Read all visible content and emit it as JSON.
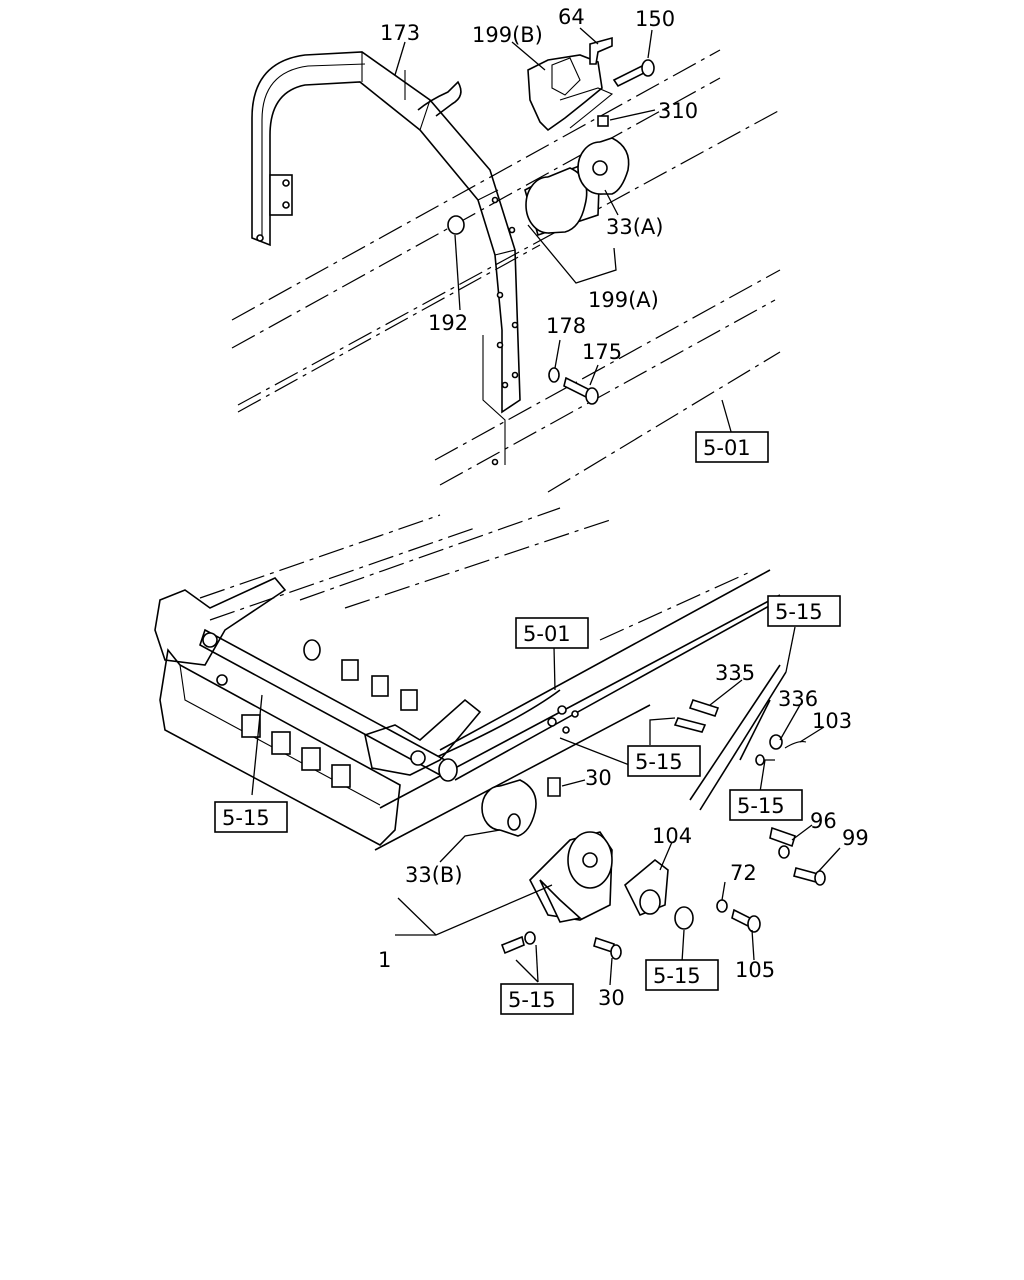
{
  "labels": {
    "p173": "173",
    "p199b": "199(B)",
    "p64": "64",
    "p150": "150",
    "p310": "310",
    "p33a": "33(A)",
    "p192": "192",
    "p199a": "199(A)",
    "p178": "178",
    "p175": "175",
    "p335": "335",
    "p336": "336",
    "p103": "103",
    "p30a": "30",
    "p96": "96",
    "p99": "99",
    "p104": "104",
    "p33b": "33(B)",
    "p72": "72",
    "p1": "1",
    "p105": "105",
    "p30b": "30"
  },
  "refs": {
    "r501a": "5-01",
    "r501b": "5-01",
    "r515a": "5-15",
    "r515b": "5-15",
    "r515c": "5-15",
    "r515d": "5-15",
    "r515e": "5-15",
    "r515f": "5-15"
  }
}
